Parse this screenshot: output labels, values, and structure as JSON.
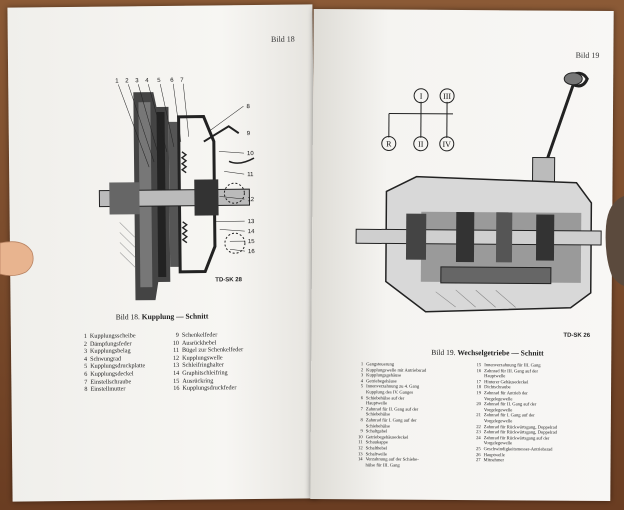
{
  "left_page": {
    "page_label": "Bild 18",
    "figure_callouts": [
      "1",
      "2",
      "3",
      "4",
      "5",
      "6",
      "7",
      "8",
      "9",
      "10",
      "11",
      "12",
      "13",
      "14",
      "15",
      "16"
    ],
    "figure_code": "TD-SK 28",
    "caption_prefix": "Bild 18.",
    "caption_title": "Kupplung — Schnitt",
    "legend_col1": [
      {
        "n": "1",
        "t": "Kupplungsscheibe"
      },
      {
        "n": "2",
        "t": "Dämpfungsfeder"
      },
      {
        "n": "3",
        "t": "Kupplungsbelag"
      },
      {
        "n": "4",
        "t": "Schwungrad"
      },
      {
        "n": "5",
        "t": "Kupplungsdruckplatte"
      },
      {
        "n": "6",
        "t": "Kupplungsdeckel"
      },
      {
        "n": "7",
        "t": "Einstellschraube"
      },
      {
        "n": "8",
        "t": "Einstellmutter"
      }
    ],
    "legend_col2": [
      {
        "n": "9",
        "t": "Schenkelfeder"
      },
      {
        "n": "10",
        "t": "Ausrückhebel"
      },
      {
        "n": "11",
        "t": "Bügel zur Schenkelfeder"
      },
      {
        "n": "12",
        "t": "Kupplungswelle"
      },
      {
        "n": "13",
        "t": "Schleifringhalter"
      },
      {
        "n": "14",
        "t": "Graphitschleifring"
      },
      {
        "n": "15",
        "t": "Ausrückring"
      },
      {
        "n": "16",
        "t": "Kupplungsdruckfeder"
      }
    ]
  },
  "right_page": {
    "page_label": "Bild 19",
    "gear_symbols": [
      "I",
      "III",
      "R",
      "II",
      "IV"
    ],
    "figure_code": "TD-SK 26",
    "caption_prefix": "Bild 19.",
    "caption_title": "Wechselgetriebe — Schnitt",
    "legend_col1": [
      {
        "n": "1",
        "t": "Gangsteuerung"
      },
      {
        "n": "2",
        "t": "Kupplungswelle mit Antriebsrad"
      },
      {
        "n": "3",
        "t": "Kupplungsgehäuse"
      },
      {
        "n": "4",
        "t": "Getriebegehäuse"
      },
      {
        "n": "5",
        "t": "Innenverzahnung zu 4. Gang"
      },
      {
        "n": "",
        "t": "Kupplung des IV. Ganges"
      },
      {
        "n": "6",
        "t": "Schiebehülse auf der"
      },
      {
        "n": "",
        "t": "Hauptwelle"
      },
      {
        "n": "7",
        "t": "Zahnrad für II. Gang auf der"
      },
      {
        "n": "",
        "t": "Schiebehülse"
      },
      {
        "n": "8",
        "t": "Zahnrad für I. Gang auf der"
      },
      {
        "n": "",
        "t": "Schiebehülse"
      },
      {
        "n": "9",
        "t": "Schaltgabel"
      },
      {
        "n": "10",
        "t": "Getriebegehäusedeckel"
      },
      {
        "n": "11",
        "t": "Schaukappe"
      },
      {
        "n": "12",
        "t": "Schalthebel"
      },
      {
        "n": "13",
        "t": "Schaltwelle"
      },
      {
        "n": "14",
        "t": "Verzahnung auf der Schiebe-"
      },
      {
        "n": "",
        "t": "hülse für III. Gang"
      }
    ],
    "legend_col2": [
      {
        "n": "15",
        "t": "Innenverzahnung für III. Gang"
      },
      {
        "n": "16",
        "t": "Zahnrad für III. Gang auf der"
      },
      {
        "n": "",
        "t": "Hauptwelle"
      },
      {
        "n": "17",
        "t": "Hinterer Gehäusedeckel"
      },
      {
        "n": "18",
        "t": "Dichtschraube"
      },
      {
        "n": "19",
        "t": "Zahnrad für Antrieb der"
      },
      {
        "n": "",
        "t": "Vorgelegewelle"
      },
      {
        "n": "20",
        "t": "Zahnrad für II. Gang auf der"
      },
      {
        "n": "",
        "t": "Vorgelegewelle"
      },
      {
        "n": "21",
        "t": "Zahnrad für I. Gang auf der"
      },
      {
        "n": "",
        "t": "Vorgelegewelle"
      },
      {
        "n": "22",
        "t": "Zahnrad für Rückwärtsgang, Doppelrad"
      },
      {
        "n": "23",
        "t": "Zahnrad für Rückwärtsgang, Doppelrad"
      },
      {
        "n": "24",
        "t": "Zahnrad für Rückwärtsgang auf der"
      },
      {
        "n": "",
        "t": "Vorgelegewelle"
      },
      {
        "n": "25",
        "t": "Geschwindigkeitsmesser-Antriebsrad"
      },
      {
        "n": "26",
        "t": "Hauptwelle"
      },
      {
        "n": "27",
        "t": "Mitnehmer"
      }
    ]
  },
  "colors": {
    "table": "#7a4a2c",
    "paper": "#f4f3f0",
    "ink": "#222222",
    "skin": "#e8b48f"
  }
}
